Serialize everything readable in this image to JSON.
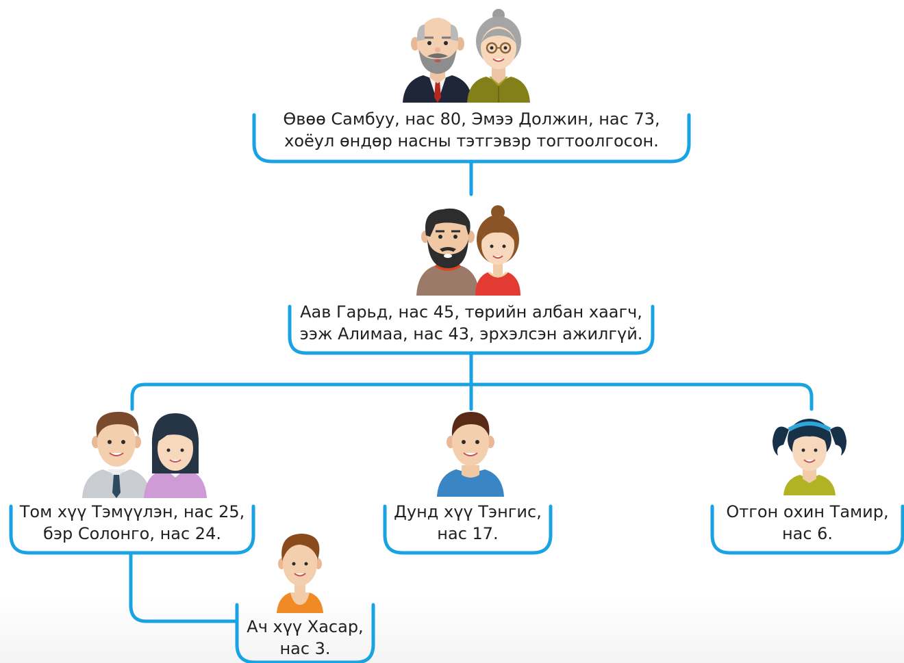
{
  "colors": {
    "connector": "#1aa3e3",
    "text": "#231f20"
  },
  "nodes": {
    "grandparents": {
      "line1": "Өвөө Самбуу, нас 80, Эмээ Должин, нас 73,",
      "line2": "хоёул өндөр насны тэтгэвэр тогтоолгосон.",
      "avatars": [
        "grandfather-icon",
        "grandmother-icon"
      ]
    },
    "parents": {
      "line1": "Аав Гарьд, нас 45, төрийн албан хаагч,",
      "line2": "ээж Алимаа, нас 43, эрхэлсэн ажилгүй.",
      "avatars": [
        "father-icon",
        "mother-icon"
      ]
    },
    "eldest_son": {
      "line1": "Том хүү Тэмүүлэн, нас 25,",
      "line2": "бэр Солонго, нас 24.",
      "avatars": [
        "eldest-son-icon",
        "daughter-in-law-icon"
      ]
    },
    "middle_son": {
      "line1": "Дунд хүү Тэнгис,",
      "line2": "нас 17.",
      "avatars": [
        "middle-son-icon"
      ]
    },
    "youngest_daughter": {
      "line1": "Отгон охин Тамир,",
      "line2": "нас 6.",
      "avatars": [
        "youngest-daughter-icon"
      ]
    },
    "grandson": {
      "line1": "Ач хүү Хасар,",
      "line2": "нас 3.",
      "avatars": [
        "grandson-icon"
      ]
    }
  }
}
